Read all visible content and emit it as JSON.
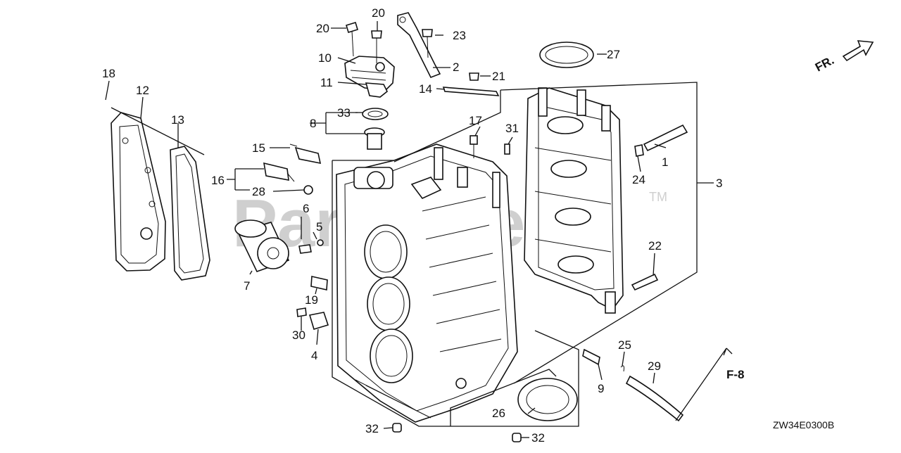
{
  "diagram": {
    "watermark": "Partstree",
    "trademark": "TM",
    "direction_label": "FR.",
    "reference_label": "F-8",
    "drawing_code": "ZW34E0300B",
    "callouts": [
      {
        "id": "c1",
        "label": "1"
      },
      {
        "id": "c2",
        "label": "2"
      },
      {
        "id": "c3",
        "label": "3"
      },
      {
        "id": "c4",
        "label": "4"
      },
      {
        "id": "c5",
        "label": "5"
      },
      {
        "id": "c6",
        "label": "6"
      },
      {
        "id": "c7",
        "label": "7"
      },
      {
        "id": "c8",
        "label": "8"
      },
      {
        "id": "c9",
        "label": "9"
      },
      {
        "id": "c10",
        "label": "10"
      },
      {
        "id": "c11",
        "label": "11"
      },
      {
        "id": "c12",
        "label": "12"
      },
      {
        "id": "c13",
        "label": "13"
      },
      {
        "id": "c14",
        "label": "14"
      },
      {
        "id": "c15",
        "label": "15"
      },
      {
        "id": "c16",
        "label": "16"
      },
      {
        "id": "c17",
        "label": "17"
      },
      {
        "id": "c18",
        "label": "18"
      },
      {
        "id": "c19",
        "label": "19"
      },
      {
        "id": "c20a",
        "label": "20"
      },
      {
        "id": "c20b",
        "label": "20"
      },
      {
        "id": "c21",
        "label": "21"
      },
      {
        "id": "c22",
        "label": "22"
      },
      {
        "id": "c23",
        "label": "23"
      },
      {
        "id": "c24",
        "label": "24"
      },
      {
        "id": "c25",
        "label": "25"
      },
      {
        "id": "c26",
        "label": "26"
      },
      {
        "id": "c27",
        "label": "27"
      },
      {
        "id": "c28",
        "label": "28"
      },
      {
        "id": "c29",
        "label": "29"
      },
      {
        "id": "c30",
        "label": "30"
      },
      {
        "id": "c31",
        "label": "31"
      },
      {
        "id": "c32a",
        "label": "32"
      },
      {
        "id": "c32b",
        "label": "32"
      },
      {
        "id": "c33",
        "label": "33"
      }
    ]
  }
}
